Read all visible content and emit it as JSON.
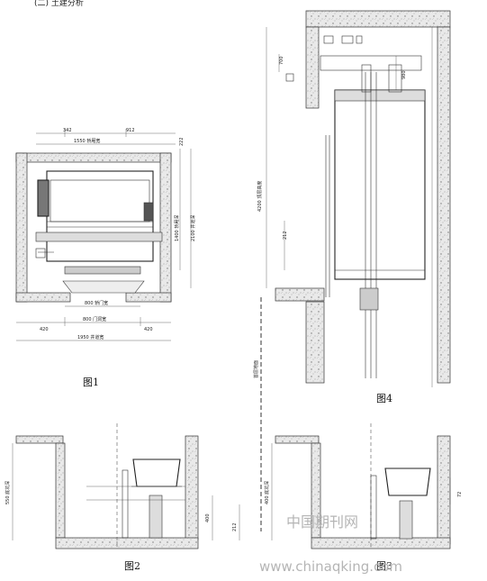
{
  "header": {
    "text": "(二) 土建分析"
  },
  "figure1": {
    "caption": "图1",
    "dims": {
      "top_left": "342",
      "top_right": "912",
      "car_width": "1550 轿厢宽",
      "side_top": "222",
      "car_depth": "1400 轿厢深",
      "shaft_depth": "2100 井道深",
      "clear_door": "800 轿门宽",
      "door_width": "800 门洞宽",
      "left_offset": "420",
      "right_offset": "420",
      "shaft_width": "1950 井道宽"
    }
  },
  "figure2": {
    "caption": "图2",
    "dims": {
      "pit_height": "550 底坑深",
      "d1": "400",
      "d2": "212"
    }
  },
  "figure3": {
    "caption": "图3",
    "dims": {
      "pit_height": "400 底坑深",
      "d1": "72"
    }
  },
  "figure4": {
    "caption": "图4",
    "dims": {
      "overhead": "4200 顶层高度",
      "top_box": "700",
      "head": "980",
      "side": "212",
      "floor_label": "首层地面"
    }
  },
  "watermark": {
    "cn": "中国期刊网",
    "url": "www.chinaqking.com"
  }
}
